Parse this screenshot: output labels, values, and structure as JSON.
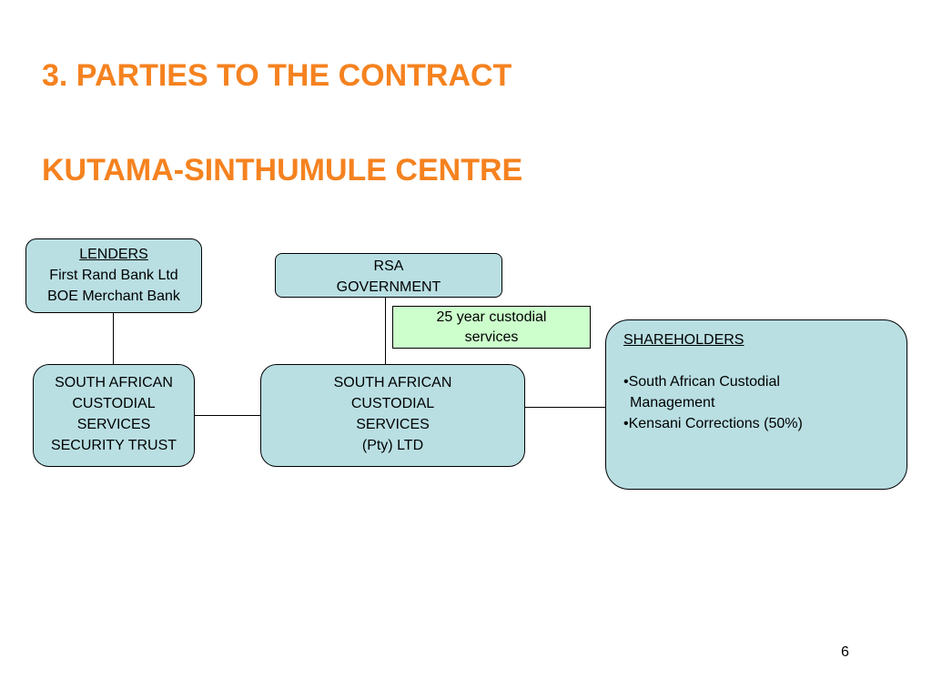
{
  "slide": {
    "title_line1": "3. PARTIES TO THE CONTRACT",
    "title_line2": "KUTAMA-SINTHUMULE CENTRE",
    "page_number": "6",
    "accent_color": "#f5821f",
    "box_color": "#b9dfe3",
    "note_color": "#ccffcc"
  },
  "lenders": {
    "heading": "LENDERS",
    "lines": [
      "First Rand Bank Ltd",
      "BOE Merchant Bank"
    ]
  },
  "rsa": {
    "lines": [
      "RSA",
      "GOVERNMENT"
    ]
  },
  "custodial_note": {
    "lines": [
      "25 year custodial",
      "services"
    ]
  },
  "trust": {
    "lines": [
      "SOUTH AFRICAN",
      "CUSTODIAL",
      "SERVICES",
      "SECURITY TRUST"
    ]
  },
  "pty": {
    "lines": [
      "SOUTH AFRICAN",
      "CUSTODIAL",
      "SERVICES",
      "(Pty) LTD"
    ]
  },
  "shareholders": {
    "heading": "SHAREHOLDERS",
    "items": [
      "•South African Custodial",
      "Management",
      "•Kensani Corrections (50%)"
    ]
  }
}
